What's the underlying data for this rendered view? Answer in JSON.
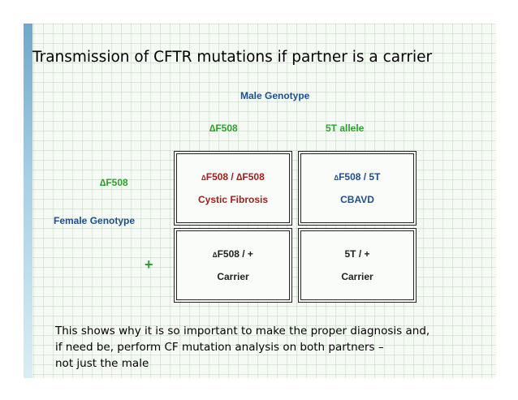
{
  "slide": {
    "title": "Transmission of CFTR mutations if partner is a carrier",
    "male_genotype_label": "Male Genotype",
    "female_genotype_label": "Female Genotype",
    "delta_symbol": "∆",
    "columns": [
      {
        "label": "F508"
      },
      {
        "label": "5T allele"
      }
    ],
    "rows": [
      {
        "label": "F508"
      },
      {
        "label": "+"
      }
    ],
    "cells": [
      {
        "genotype": "F508 / ∆F508",
        "phenotype": "Cystic Fibrosis",
        "color": "#a0201e"
      },
      {
        "genotype": "F508 / 5T",
        "phenotype": "CBAVD",
        "color": "#1f4e8c"
      },
      {
        "genotype": "F508 / +",
        "phenotype": "Carrier",
        "color": "#222222"
      },
      {
        "genotype": "5T / +",
        "phenotype": "Carrier",
        "color": "#222222"
      }
    ],
    "footer_lines": [
      "This shows why it is so important to make the proper diagnosis and,",
      "if need be, perform CF mutation analysis on both partners –",
      "not just the male"
    ],
    "colors": {
      "allele_green": "#2e9e2e",
      "label_blue": "#1f4e8c",
      "disease_red": "#a0201e"
    }
  }
}
